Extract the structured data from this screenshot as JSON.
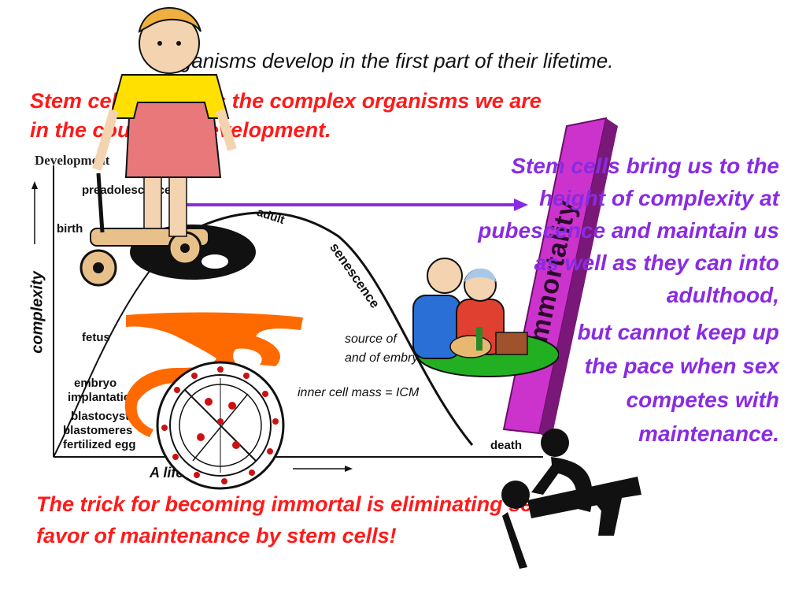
{
  "slide": {
    "top_line": "Organisms develop in the first part of their lifetime.",
    "red_intro_line1": "Stem cells make us the complex organisms we are",
    "red_intro_line2": "in the course of development.",
    "purple_block1": [
      "Stem cells bring us to the",
      "height of complexity at",
      "pubescence and maintain us",
      "as well as they can into",
      "adulthood,"
    ],
    "purple_block2": [
      "but cannot keep up",
      "the pace when sex",
      "competes with",
      "maintenance."
    ],
    "red_bottom_line1": "The trick for becoming immortal is eliminating sex in",
    "red_bottom_line2": "favor of maintenance by stem cells!",
    "vertical_word": "Immortality"
  },
  "diagram": {
    "title": "Development",
    "y_axis_label": "complexity",
    "x_axis_label": "A lifetime",
    "stages": {
      "preadolescence": "preadolescence",
      "adult": "adult",
      "birth": "birth",
      "senescence": "senescence",
      "fetus": "fetus",
      "embryo": "embryo",
      "implantation": "implantation",
      "blastocyst": "blastocyst",
      "blastomeres": "blastomeres",
      "fertilized_egg": "fertilized egg",
      "death": "death"
    },
    "source_line1": "source of",
    "source_line2": "and of embryo",
    "icm": "inner cell mass = ICM"
  },
  "colors": {
    "red": "#ff1a1a",
    "purple": "#8a2be2",
    "orange": "#ff6a00",
    "magenta": "#cc33cc"
  }
}
